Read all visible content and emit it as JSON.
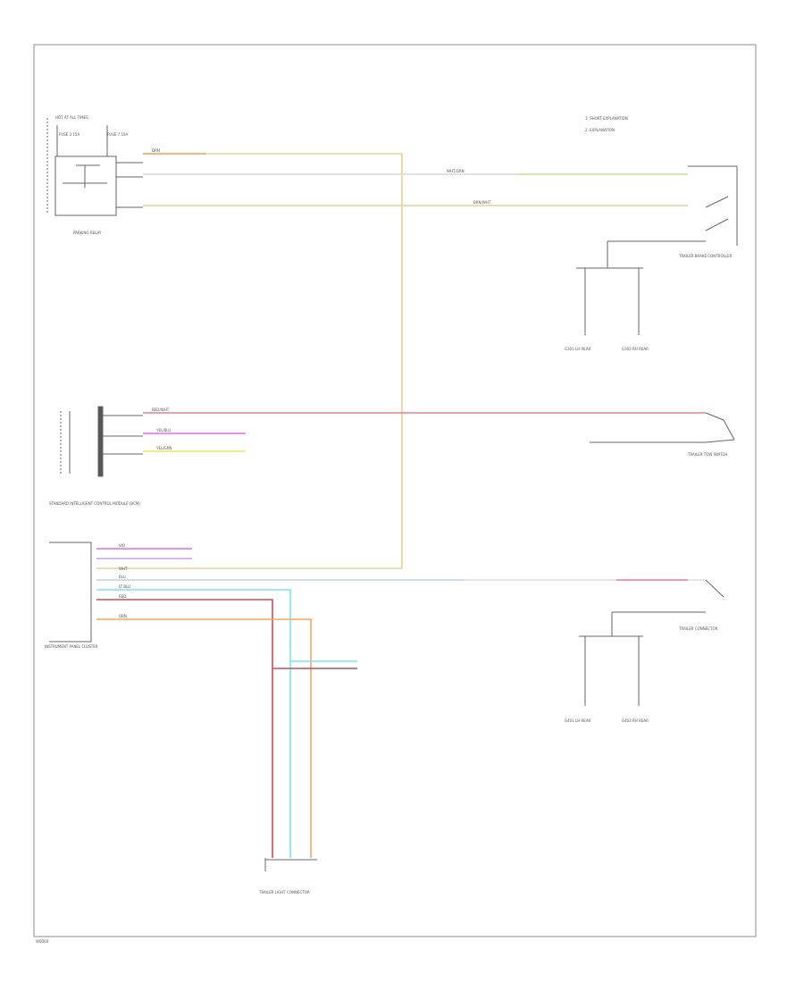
{
  "footer_code": "W0000",
  "legend": {
    "line1": "1. SHORT EXPLANATION",
    "line2": "2. EXPLANATION"
  },
  "components": {
    "top_left_header": "HOT AT ALL TIMES",
    "fuse_a_label": "FUSE 3 15A",
    "fuse_b_label": "FUSE 7 10A",
    "relay_label": "PARKING RELAY",
    "bcm_label": "STANDARD INTELLIGENT CONTROL MODULE (BCM)",
    "ipc_label": "INSTRUMENT PANEL CLUSTER",
    "switch_upper_label": "TRAILER BRAKE CONTROLLER",
    "switch_mid_label": "TRAILER TOW SWITCH",
    "switch_lower_label": "TRAILER CONNECTOR",
    "connector_bottom_label": "TRAILER LIGHT CONNECTOR"
  },
  "ground_labels": {
    "g1": "G301 LH REAR",
    "g2": "G302 RH REAR",
    "g3": "G401 LH REAR",
    "g4": "G402 RH REAR"
  },
  "wire_labels": {
    "top_orn": "ORN",
    "top_whtgrn": "WHT/GRN",
    "top_brnwht": "BRN/WHT",
    "mid_redwht": "RED/WHT",
    "mid_yelblu": "YEL/BLU",
    "mid_yelgrn": "YEL/GRN",
    "low_vio": "VIO",
    "low_wht": "WHT",
    "low_blu": "BLU",
    "low_ltblu": "LT BLU",
    "low_red": "RED",
    "low_orn": "ORN"
  },
  "colors": {
    "orange_wire": "#f0a862",
    "tan_wire": "#e0d49a",
    "green_wire": "#b7e39a",
    "pink_wire": "#f07f8c",
    "yellow_wire": "#e8e85a",
    "magenta_wire": "#e26fe0",
    "violet_wire": "#c7a0e8",
    "cyan_wire": "#7fe4ec",
    "red_wire": "#c0505f",
    "blue_gray_wire": "#c5cdd8"
  }
}
